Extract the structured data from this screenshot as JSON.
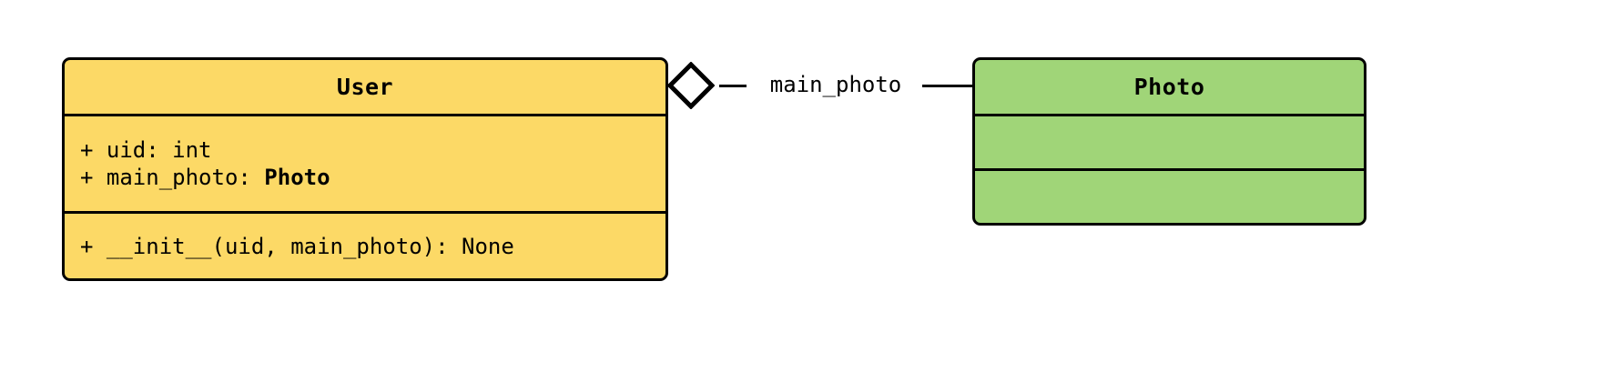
{
  "diagram": {
    "type": "uml-class-diagram",
    "background": "#ffffff",
    "classes": [
      {
        "name": "User",
        "fill_color": "#FCD966",
        "border_color": "#000000",
        "attributes": [
          {
            "visibility": "+",
            "text": "+ uid: int",
            "name": "uid",
            "type": "int"
          },
          {
            "visibility": "+",
            "prefix": "+ main_photo: ",
            "type_ref": "Photo",
            "name": "main_photo",
            "type": "Photo"
          }
        ],
        "methods": [
          {
            "visibility": "+",
            "text": "+ __init__(uid, main_photo): None",
            "name": "__init__",
            "params": "uid, main_photo",
            "returns": "None"
          }
        ]
      },
      {
        "name": "Photo",
        "fill_color": "#A0D578",
        "border_color": "#000000",
        "attributes": [],
        "methods": []
      }
    ],
    "relationship": {
      "kind": "aggregation",
      "label": "main_photo",
      "source": "User",
      "target": "Photo",
      "diamond": "hollow"
    }
  }
}
